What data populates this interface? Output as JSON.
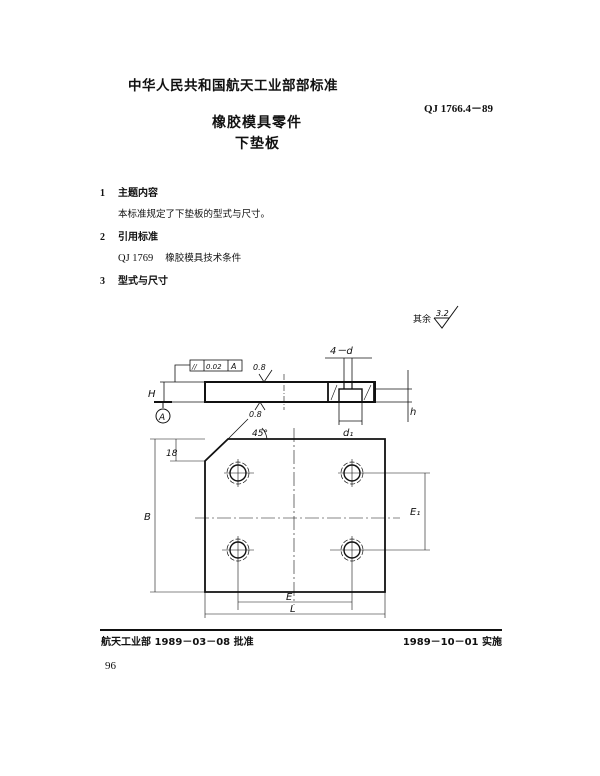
{
  "header": {
    "org_standard": "中华人民共和国航天工业部部标准",
    "standard_code": "QJ 1766.4－89",
    "title_line1": "橡胶模具零件",
    "title_line2": "下垫板"
  },
  "sections": [
    {
      "number": "1",
      "title": "主题内容",
      "body": "本标准规定了下垫板的型式与尺寸。"
    },
    {
      "number": "2",
      "title": "引用标准",
      "body_code": "QJ 1769",
      "body_text": "橡胶模具技术条件"
    },
    {
      "number": "3",
      "title": "型式与尺寸"
    }
  ],
  "drawing": {
    "roughness_note_label": "其余",
    "roughness_default": "3.2",
    "roughness_surface": "0.8",
    "tolerance_symbol": "//",
    "tolerance_value": "0.02",
    "datum": "A",
    "dim_labels": {
      "hole_count": "4－d",
      "counterbore": "d₁",
      "thickness": "H",
      "counterbore_depth": "h",
      "width": "B",
      "length": "L",
      "hole_spacing_x": "E",
      "hole_spacing_y": "E₁",
      "chamfer": "18",
      "chamfer_angle": "45°"
    }
  },
  "footer": {
    "approval": "航天工业部 1989－03－08 批准",
    "effective": "1989－10－01 实施",
    "page_number": "96"
  }
}
